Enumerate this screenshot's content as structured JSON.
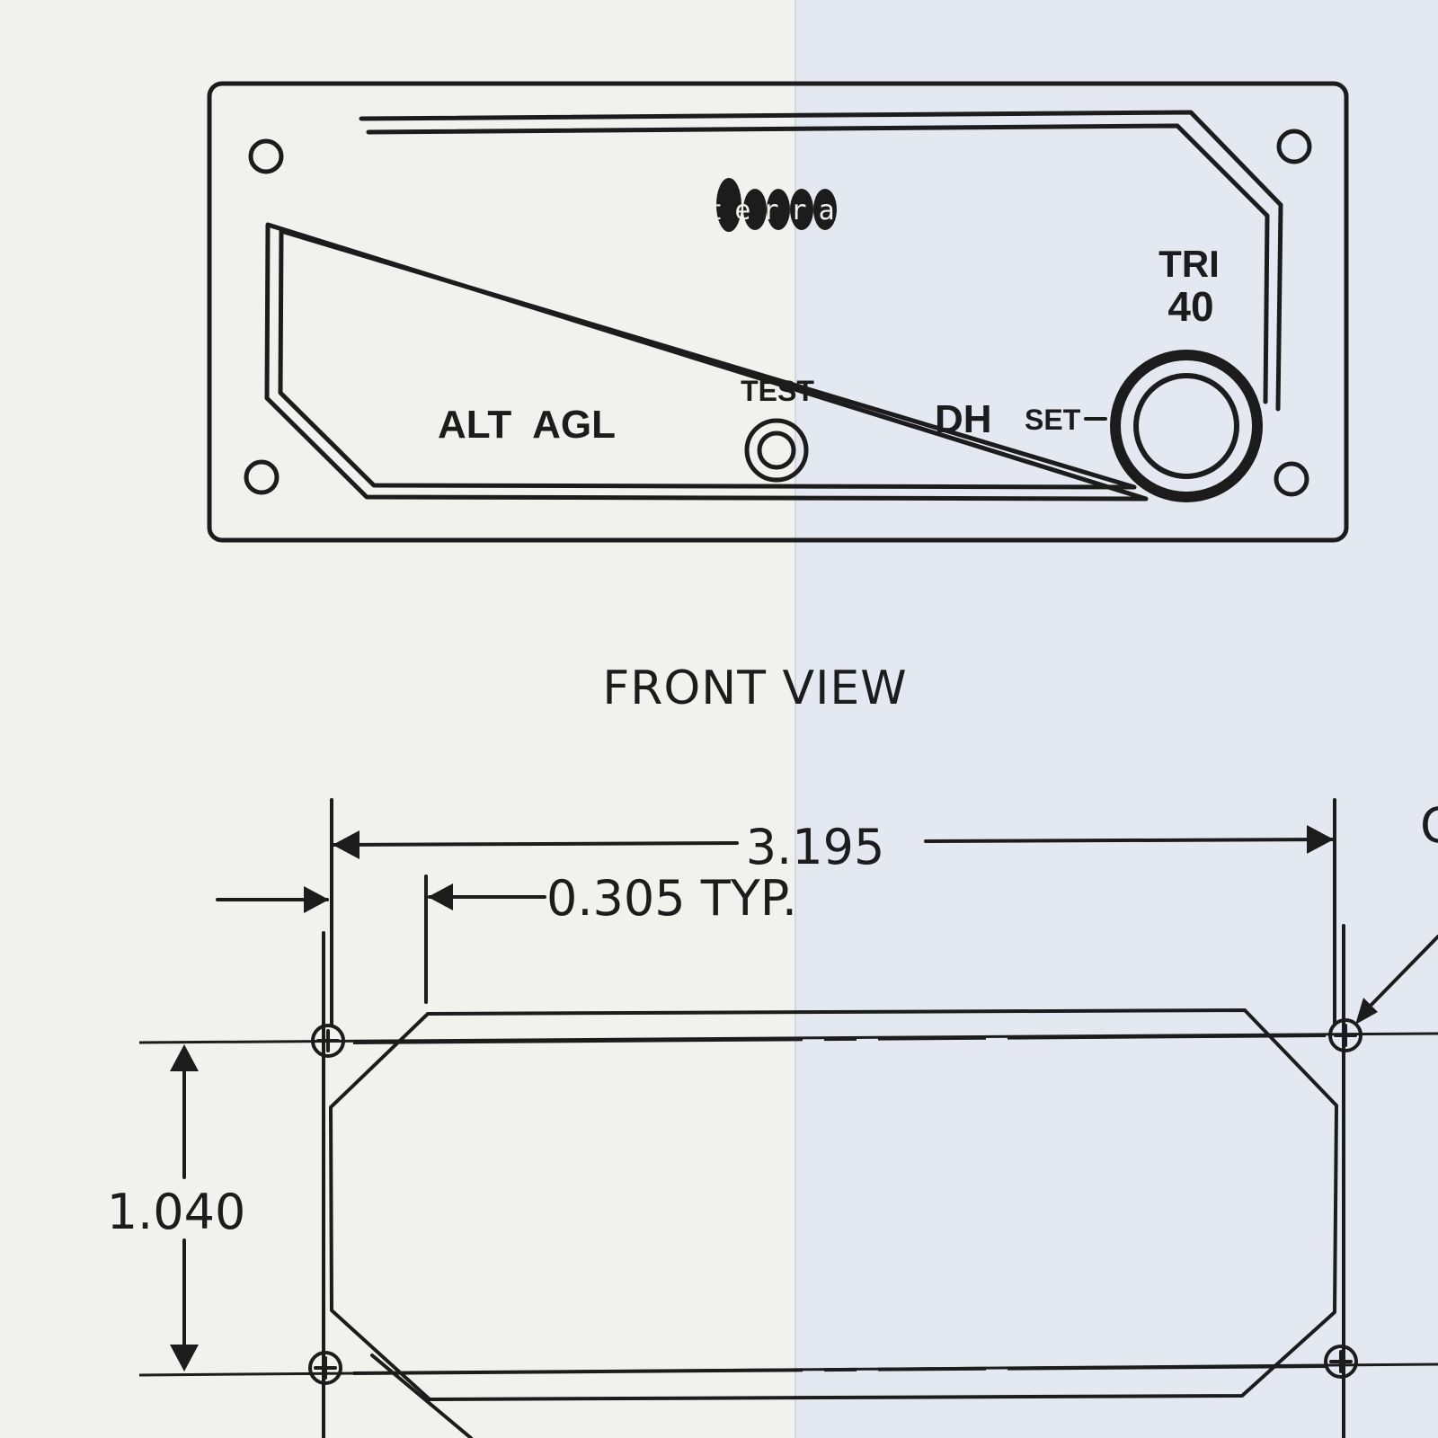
{
  "front_view": {
    "logo_text": "terra",
    "model": {
      "line1": "TRI",
      "line2": "40"
    },
    "alt_label": "ALT  AGL",
    "test_label": "TEST",
    "dh_label": "DH",
    "set_label": "SET",
    "caption": "FRONT VIEW"
  },
  "cutout": {
    "width_dim": "3.195",
    "offset_dim": "0.305 TYP.",
    "height_dim": "1.040",
    "edge_fragment": "C"
  }
}
